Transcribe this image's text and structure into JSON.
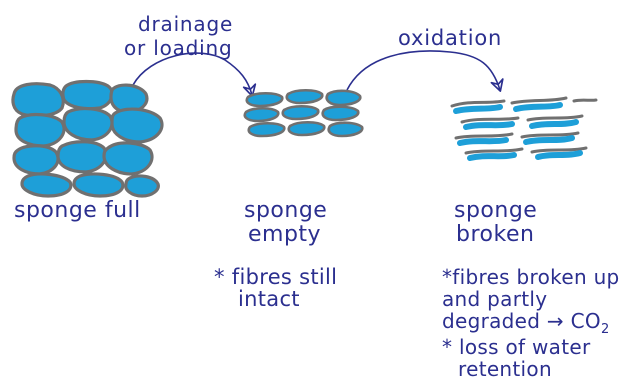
{
  "arrows": {
    "drainage_line1": "drainage",
    "drainage_line2": "or loading",
    "oxidation": "oxidation"
  },
  "states": {
    "full": {
      "caption": "sponge full"
    },
    "empty": {
      "caption_line1": "sponge",
      "caption_line2": "empty",
      "note_line1": "* fibres still",
      "note_line2": "intact"
    },
    "broken": {
      "caption_line1": "sponge",
      "caption_line2": "broken",
      "note_line1": "*fibres broken up",
      "note_line2": "and partly",
      "note_line3": "degraded → CO",
      "note_line3_sub": "2",
      "note_line4": "* loss of water",
      "note_line5": "retention"
    }
  },
  "colors": {
    "ink": "#2b2f8f",
    "water": "#1e9fd8",
    "fibre": "#707070"
  }
}
